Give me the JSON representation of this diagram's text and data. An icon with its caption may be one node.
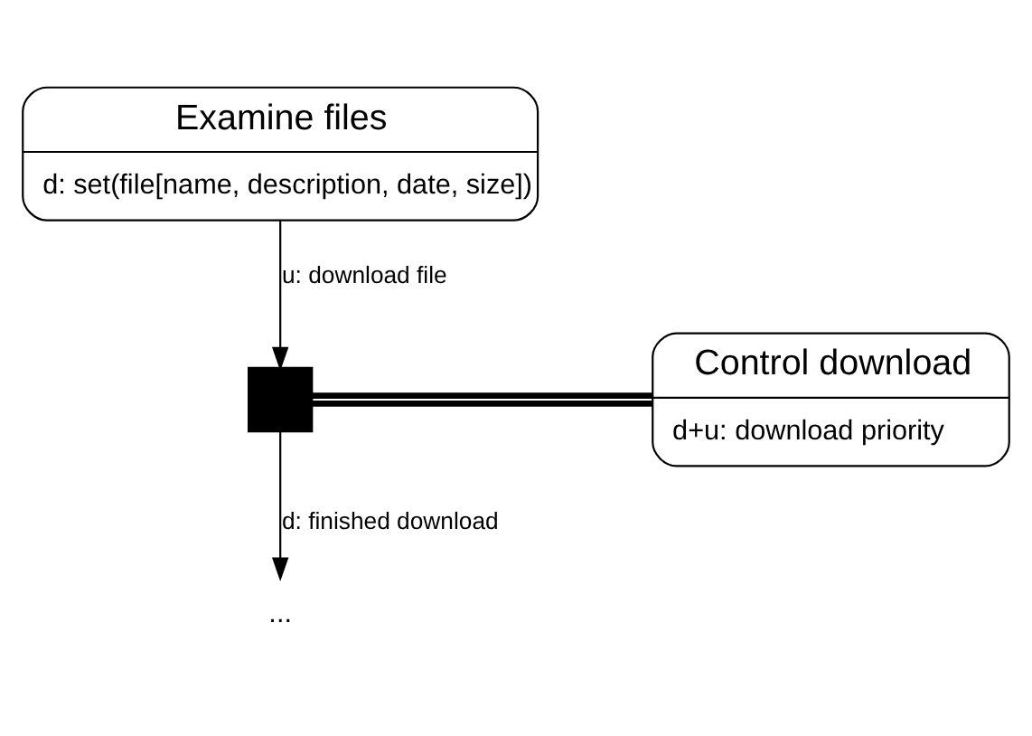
{
  "diagram": {
    "nodes": [
      {
        "text": [
          "Examine files",
          "d: set(file[name, description, date, size])"
        ]
      },
      {
        "text": [],
        "shape": "box"
      },
      {
        "text": [
          "Control download",
          "d+u: download priority"
        ]
      },
      {
        "text": [
          "..."
        ]
      }
    ],
    "edges": [
      {
        "from": 0,
        "to": 1,
        "arrow": "to",
        "label": "u: download file"
      },
      {
        "from": 1,
        "to": 2,
        "arrow": "none",
        "style": "thick"
      },
      {
        "from": 1,
        "to": 3,
        "arrow": "to",
        "label": "d: finished download"
      }
    ]
  }
}
